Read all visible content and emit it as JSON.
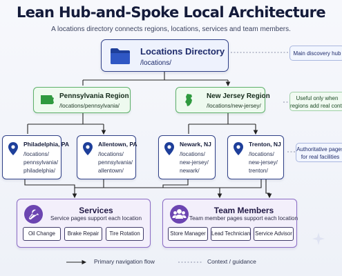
{
  "title": "Lean Hub-and-Spoke Local Architecture",
  "subtitle": "A locations directory connects regions, locations, services and team members.",
  "hub": {
    "title": "Locations Directory",
    "path": "/locations/",
    "icon": "folder-icon",
    "note": "Main discovery hub"
  },
  "regions": [
    {
      "title": "Pennsylvania Region",
      "path": "/locations/pennsylvania/",
      "icon": "pennsylvania-map-icon"
    },
    {
      "title": "New Jersey Region",
      "path": "/locations/new-jersey/",
      "icon": "new-jersey-map-icon"
    }
  ],
  "region_note": {
    "line1": "Useful only when",
    "line2": "regions add real context"
  },
  "locations": [
    {
      "title": "Philadelphia, PA",
      "path1": "/locations/",
      "path2": "pennsylvania/",
      "path3": "philadelphia/"
    },
    {
      "title": "Allentown, PA",
      "path1": "/locations/",
      "path2": "pennsylvania/",
      "path3": "allentown/"
    },
    {
      "title": "Newark, NJ",
      "path1": "/locations/",
      "path2": "new-jersey/",
      "path3": "newark/"
    },
    {
      "title": "Trenton, NJ",
      "path1": "/locations/",
      "path2": "new-jersey/",
      "path3": "trenton/"
    }
  ],
  "location_note": {
    "line1": "Authoritative pages",
    "line2": "for real facilities"
  },
  "services": {
    "title": "Services",
    "subtitle": "Service pages support each location",
    "icon": "wrench-icon",
    "items": [
      "Oil Change",
      "Brake Repair",
      "Tire Rotation"
    ]
  },
  "team": {
    "title": "Team Members",
    "subtitle": "Team member pages support each location",
    "icon": "people-icon",
    "items": [
      "Store Manager",
      "Lead Technician",
      "Service Advisor"
    ]
  },
  "legend": {
    "primary": "Primary navigation flow",
    "context": "Context / guidance"
  },
  "colors": {
    "hub_border": "#2e3f87",
    "region_border": "#5db06a",
    "group_border": "#8a6bc4",
    "icon_purple": "#6c45b1",
    "map_green": "#2f9a3f"
  }
}
